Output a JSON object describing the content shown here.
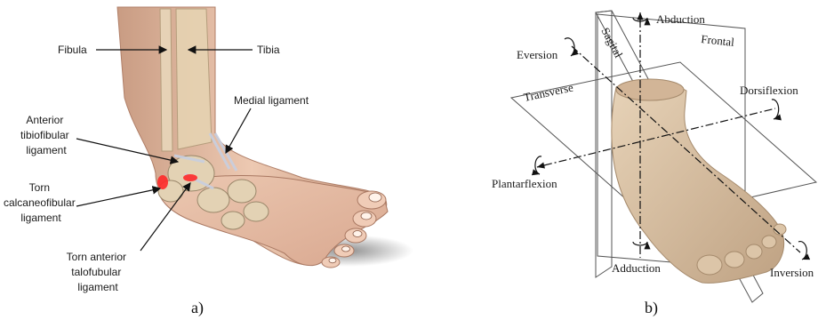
{
  "panel_a": {
    "caption": "a)",
    "labels": {
      "fibula": "Fibula",
      "tibia": "Tibia",
      "medial_ligament": "Medial ligament",
      "anterior_tibiofibular": [
        "Anterior",
        "tibiofibular",
        "ligament"
      ],
      "torn_calcaneofibular": [
        "Torn",
        "calcaneofibular",
        "ligament"
      ],
      "torn_anterior_talofibular": [
        "Torn anterior",
        "talofubular",
        "ligament"
      ]
    },
    "colors": {
      "skin": "#e9bfa7",
      "bone": "#e3d2b4",
      "injury": "#ff2a2a"
    }
  },
  "panel_b": {
    "caption": "b)",
    "labels": {
      "sagital": "Sagital",
      "frontal": "Frontal",
      "transverse": "Transverse",
      "abduction": "Abduction",
      "adduction": "Adduction",
      "eversion": "Eversion",
      "inversion": "Inversion",
      "dorsiflexion": "Dorsiflexion",
      "plantarflexion": "Plantarflexion"
    },
    "colors": {
      "foot": "#d9c1a4"
    }
  }
}
